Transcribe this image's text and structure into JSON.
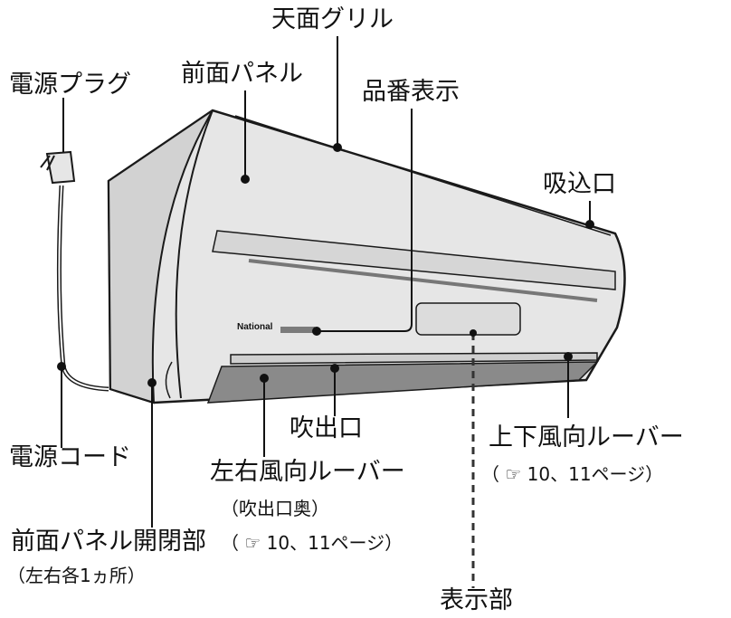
{
  "labels": {
    "top_grille": "天面グリル",
    "front_panel": "前面パネル",
    "power_plug": "電源プラグ",
    "model_number": "品番表示",
    "air_intake": "吸込口",
    "power_cord": "電源コード",
    "air_outlet": "吹出口",
    "vertical_louver": "上下風向ルーバー",
    "vertical_louver_ref": "（ ☞ 10、11ページ）",
    "horizontal_louver": "左右風向ルーバー",
    "horizontal_louver_note": "（吹出口奥）",
    "horizontal_louver_ref": "（ ☞ 10、11ページ）",
    "panel_latch": "前面パネル開閉部",
    "panel_latch_note": "（左右各1ヵ所）",
    "display": "表示部"
  },
  "logo_text": "National",
  "colors": {
    "body": "#e6e6e6",
    "outline": "#1a1a1a",
    "outlet_dark": "#8a8a8a",
    "shade": "#c4c4c4"
  }
}
